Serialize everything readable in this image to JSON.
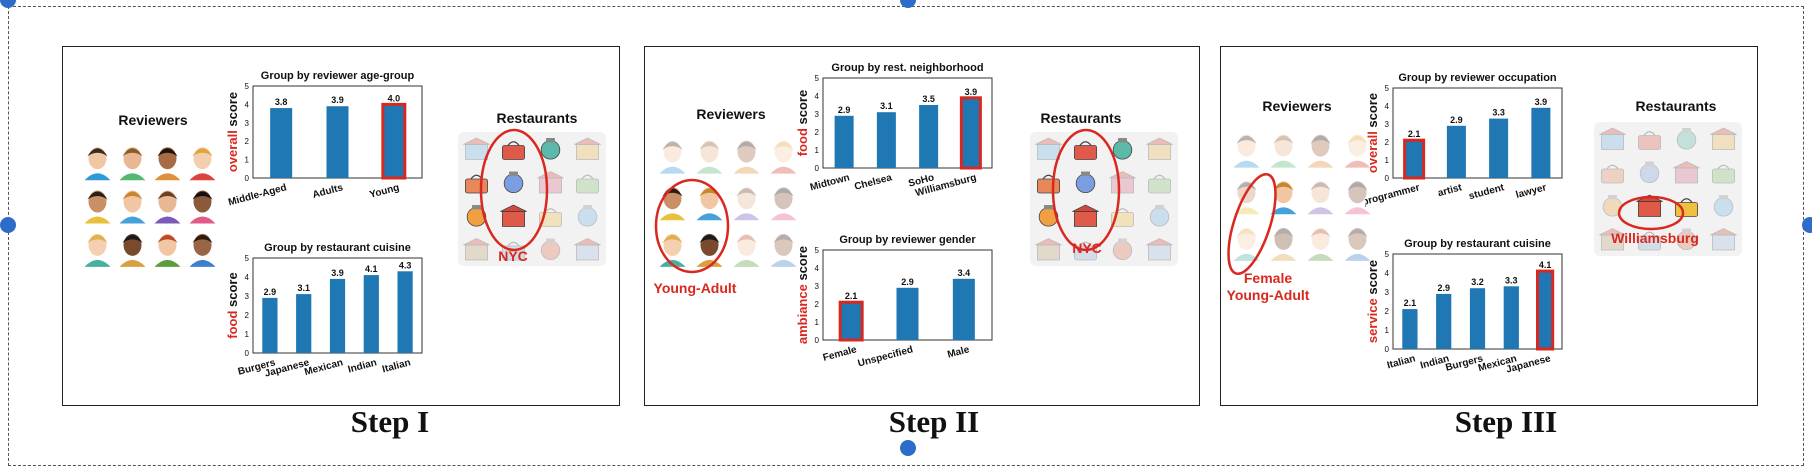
{
  "steps": [
    "Step I",
    "Step II",
    "Step III"
  ],
  "panels": [
    {
      "reviewers_title": "Reviewers",
      "restaurants_title": "Restaurants",
      "reviewers_label": "",
      "restaurants_label": "NYC"
    },
    {
      "reviewers_title": "Reviewers",
      "restaurants_title": "Restaurants",
      "reviewers_label": "Young-Adult",
      "restaurants_label": "NYC"
    },
    {
      "reviewers_title": "Reviewers",
      "restaurants_title": "Restaurants",
      "reviewers_label": "Female\nYoung-Adult",
      "restaurants_label": "Williamsburg"
    }
  ],
  "colors": {
    "bar": "#1f77b4",
    "highlight": "#d9281f"
  },
  "chart_data": [
    {
      "type": "bar",
      "title": "Group by reviewer age-group",
      "ylabel_highlight": "overall",
      "ylabel_rest": " score",
      "categories": [
        "Middle-Aged",
        "Adults",
        "Young"
      ],
      "values": [
        3.8,
        3.9,
        4.0
      ],
      "labels": [
        "3.8",
        "3.9",
        "4.0"
      ],
      "highlight": [
        2
      ],
      "ylim": [
        0,
        5
      ],
      "yticks": [
        "0",
        "1",
        "2",
        "3",
        "4",
        "5"
      ]
    },
    {
      "type": "bar",
      "title": "Group by restaurant cuisine",
      "ylabel_highlight": "food",
      "ylabel_rest": " score",
      "categories": [
        "Burgers",
        "Japanese",
        "Mexican",
        "Indian",
        "Italian"
      ],
      "values": [
        2.9,
        3.1,
        3.9,
        4.1,
        4.3
      ],
      "labels": [
        "2.9",
        "3.1",
        "3.9",
        "4.1",
        "4.3"
      ],
      "highlight": [],
      "ylim": [
        0,
        5
      ],
      "yticks": [
        "0",
        "1",
        "2",
        "3",
        "4",
        "5"
      ]
    },
    {
      "type": "bar",
      "title": "Group by rest. neighborhood",
      "ylabel_highlight": "food",
      "ylabel_rest": " score",
      "categories": [
        "Midtown",
        "Chelsea",
        "SoHo",
        "Williamsburg"
      ],
      "values": [
        2.9,
        3.1,
        3.5,
        3.9
      ],
      "labels": [
        "2.9",
        "3.1",
        "3.5",
        "3.9"
      ],
      "highlight": [
        3
      ],
      "ylim": [
        0,
        5
      ],
      "yticks": [
        "0",
        "1",
        "2",
        "3",
        "4",
        "5"
      ]
    },
    {
      "type": "bar",
      "title": "Group by reviewer gender",
      "ylabel_highlight": "ambiance",
      "ylabel_rest": " score",
      "categories": [
        "Female",
        "Unspecified",
        "Male"
      ],
      "values": [
        2.1,
        2.9,
        3.4
      ],
      "labels": [
        "2.1",
        "2.9",
        "3.4"
      ],
      "highlight": [
        0
      ],
      "ylim": [
        0,
        5
      ],
      "yticks": [
        "0",
        "1",
        "2",
        "3",
        "4",
        "5"
      ]
    },
    {
      "type": "bar",
      "title": "Group by reviewer occupation",
      "ylabel_highlight": "overall",
      "ylabel_rest": " score",
      "categories": [
        "programmer",
        "artist",
        "student",
        "lawyer"
      ],
      "values": [
        2.1,
        2.9,
        3.3,
        3.9
      ],
      "labels": [
        "2.1",
        "2.9",
        "3.3",
        "3.9"
      ],
      "highlight": [
        0
      ],
      "ylim": [
        0,
        5
      ],
      "yticks": [
        "0",
        "1",
        "2",
        "3",
        "4",
        "5"
      ]
    },
    {
      "type": "bar",
      "title": "Group by restaurant cuisine",
      "ylabel_highlight": "service",
      "ylabel_rest": " score",
      "categories": [
        "Italian",
        "Indian",
        "Burgers",
        "Mexican",
        "Japanese"
      ],
      "values": [
        2.1,
        2.9,
        3.2,
        3.3,
        4.1
      ],
      "labels": [
        "2.1",
        "2.9",
        "3.2",
        "3.3",
        "4.1"
      ],
      "highlight": [
        4
      ],
      "ylim": [
        0,
        5
      ],
      "yticks": [
        "0",
        "1",
        "2",
        "3",
        "4",
        "5"
      ]
    }
  ]
}
